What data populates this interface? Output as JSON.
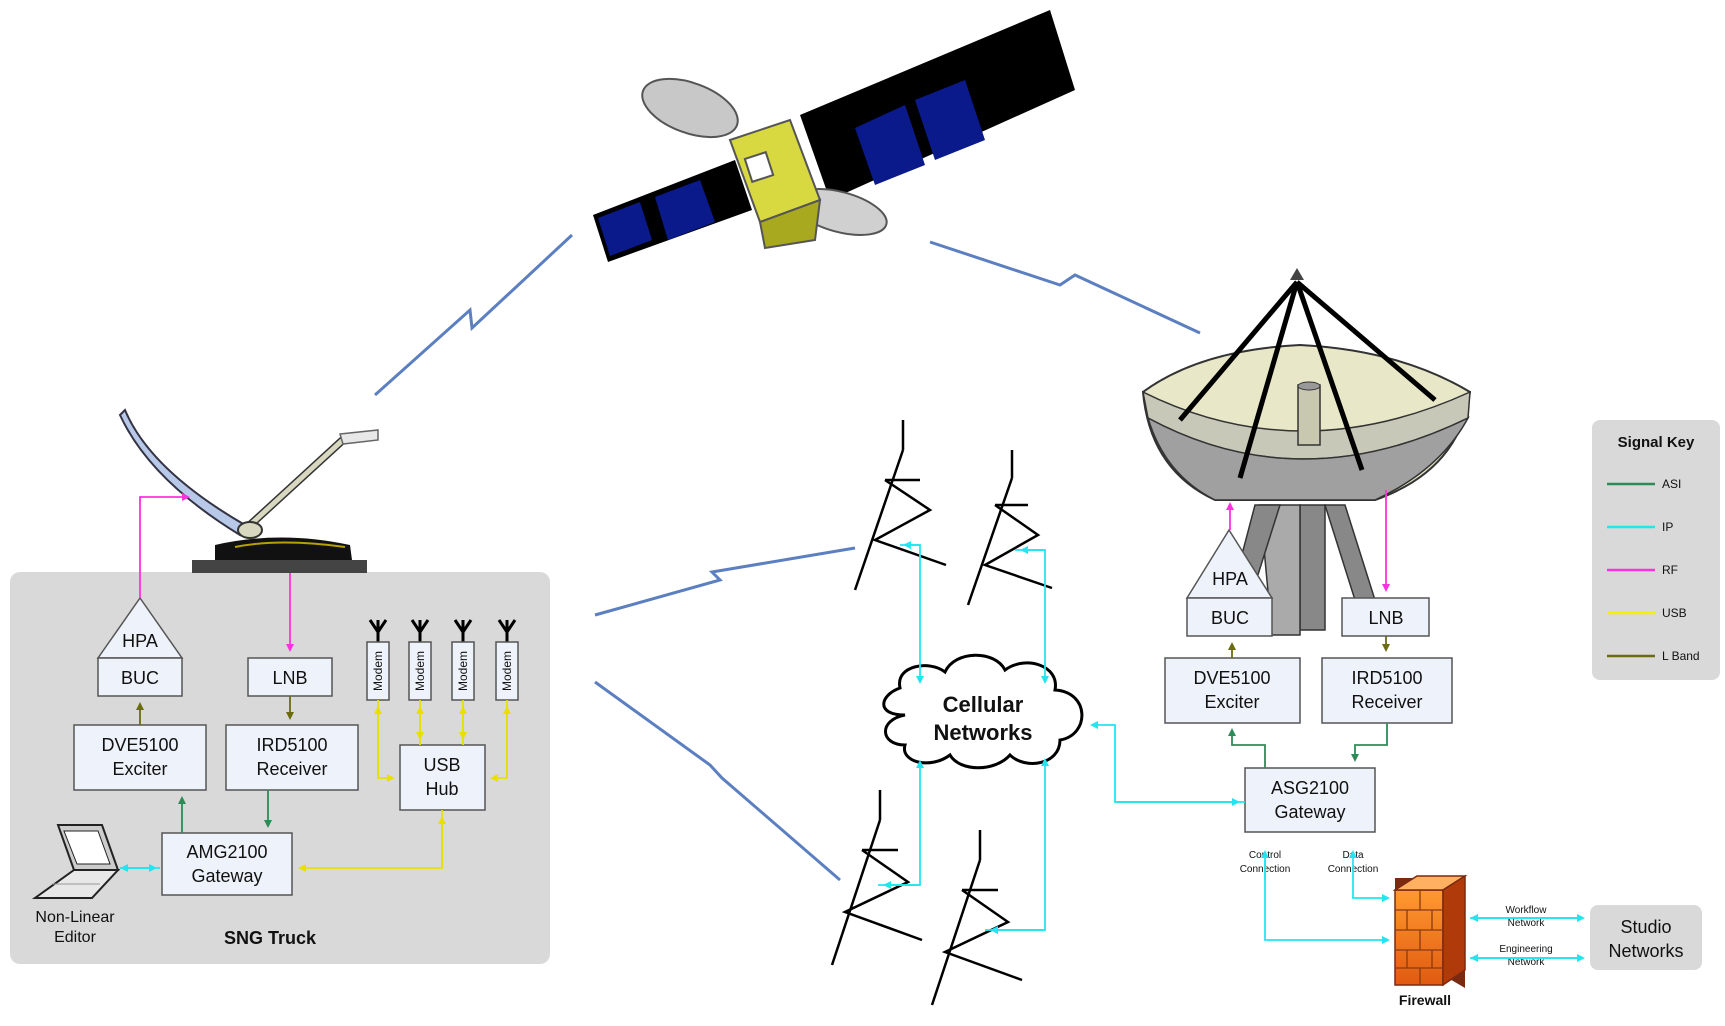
{
  "truck": {
    "hpa": "HPA",
    "buc": "BUC",
    "lnb": "LNB",
    "exciter_l1": "DVE5100",
    "exciter_l2": "Exciter",
    "receiver_l1": "IRD5100",
    "receiver_l2": "Receiver",
    "gateway_l1": "AMG2100",
    "gateway_l2": "Gateway",
    "usb_l1": "USB",
    "usb_l2": "Hub",
    "modems": [
      "Modem",
      "Modem",
      "Modem",
      "Modem"
    ],
    "editor_l1": "Non-Linear",
    "editor_l2": "Editor",
    "title": "SNG Truck"
  },
  "cellular": {
    "l1": "Cellular",
    "l2": "Networks"
  },
  "station": {
    "hpa": "HPA",
    "buc": "BUC",
    "lnb": "LNB",
    "exciter_l1": "DVE5100",
    "exciter_l2": "Exciter",
    "receiver_l1": "IRD5100",
    "receiver_l2": "Receiver",
    "gateway_l1": "ASG2100",
    "gateway_l2": "Gateway",
    "control_l1": "Control",
    "control_l2": "Connection",
    "data_l1": "Data",
    "data_l2": "Connection",
    "firewall": "Firewall",
    "workflow_l1": "Workflow",
    "workflow_l2": "Network",
    "engineering_l1": "Engineering",
    "engineering_l2": "Network",
    "studio_l1": "Studio",
    "studio_l2": "Networks"
  },
  "legend": {
    "title": "Signal Key",
    "items": [
      {
        "label": "ASI",
        "color": "#2e8b57"
      },
      {
        "label": "IP",
        "color": "#22e5f0"
      },
      {
        "label": "RF",
        "color": "#ff30e0"
      },
      {
        "label": "USB",
        "color": "#f5f000"
      },
      {
        "label": "L Band",
        "color": "#6b6b10"
      }
    ]
  },
  "colors": {
    "asi": "#2e8b57",
    "ip": "#22e5f0",
    "rf": "#ff30e0",
    "usb": "#f5f000",
    "lband": "#6b6b10",
    "panel": "#d9d9d9",
    "box_fill": "#eef2fa",
    "link": "#5b7fc0"
  }
}
